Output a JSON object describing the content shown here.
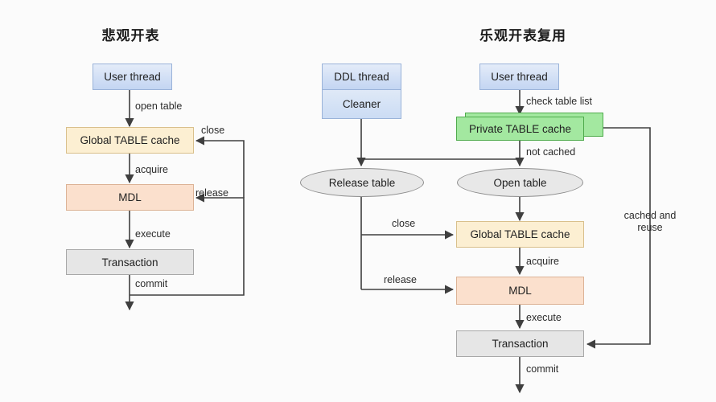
{
  "diagram": {
    "panels": [
      {
        "id": "pessimistic",
        "title": "悲观开表"
      },
      {
        "id": "optimistic",
        "title": "乐观开表复用"
      }
    ],
    "colors": {
      "thread_blue": "#c3d5f2",
      "table_cache_yellow": "#fcefd2",
      "mdl_peach": "#fbe0cd",
      "transaction_grey": "#e6e6e6",
      "private_cache_green": "#a3e8a0",
      "ellipse_grey": "#e8e8e8",
      "line": "#3f3f3f"
    },
    "left_panel": {
      "nodes": {
        "user_thread": "User thread",
        "global_table_cache": "Global TABLE cache",
        "mdl": "MDL",
        "transaction": "Transaction"
      },
      "edges": {
        "open_table": "open table",
        "acquire": "acquire",
        "execute": "execute",
        "commit": "commit",
        "close": "close",
        "release": "release"
      }
    },
    "right_panel": {
      "nodes": {
        "ddl_thread": "DDL thread",
        "cleaner": "Cleaner",
        "user_thread": "User thread",
        "private_table_cache": "Private TABLE cache",
        "release_table": "Release table",
        "open_table": "Open table",
        "global_table_cache": "Global TABLE cache",
        "mdl": "MDL",
        "transaction": "Transaction"
      },
      "edges": {
        "check_table_list": "check table list",
        "not_cached": "not cached",
        "close": "close",
        "release": "release",
        "acquire": "acquire",
        "execute": "execute",
        "commit": "commit",
        "cached_and_reuse_line1": "cached and",
        "cached_and_reuse_line2": "reuse"
      }
    }
  }
}
